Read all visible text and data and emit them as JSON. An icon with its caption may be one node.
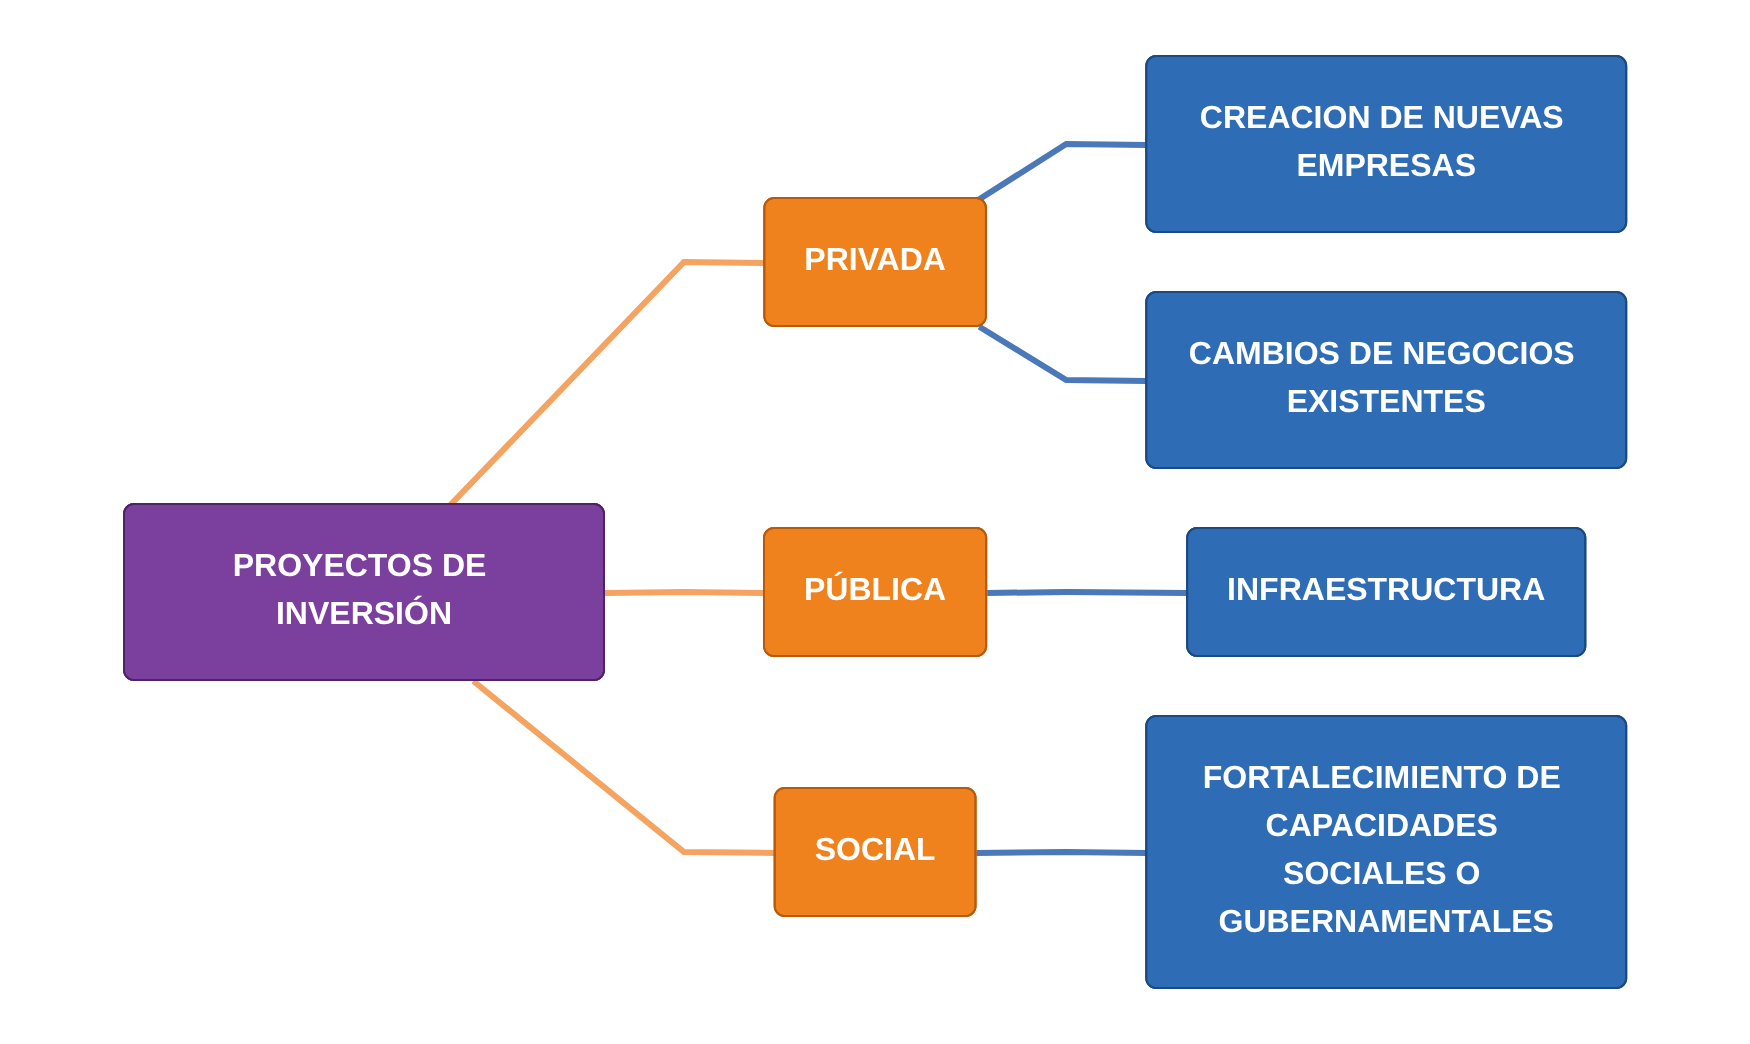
{
  "diagram": {
    "nodes": [
      {
        "text": [
          "PROYECTOS DE INVERSIÓN"
        ]
      },
      {
        "text": [
          "PRIVADA"
        ]
      },
      {
        "text": [
          "PÚBLICA"
        ]
      },
      {
        "text": [
          "SOCIAL"
        ]
      },
      {
        "text": [
          "CREACION DE NUEVAS EMPRESAS"
        ]
      },
      {
        "text": [
          "CAMBIOS DE NEGOCIOS EXISTENTES"
        ]
      },
      {
        "text": [
          "INFRAESTRUCTURA"
        ]
      },
      {
        "text": [
          "FORTALECIMIENTO DE CAPACIDADES SOCIALES O GUBERNAMENTALES"
        ]
      }
    ],
    "edges": [
      {
        "from": 0,
        "to": 1,
        "arrow": "none",
        "color": "#f4a460"
      },
      {
        "from": 0,
        "to": 2,
        "arrow": "none",
        "color": "#f4a460"
      },
      {
        "from": 0,
        "to": 3,
        "arrow": "none",
        "color": "#f4a460"
      },
      {
        "from": 1,
        "to": 4,
        "arrow": "none"
      },
      {
        "from": 1,
        "to": 5,
        "arrow": "none"
      },
      {
        "from": 2,
        "to": 6,
        "arrow": "none"
      },
      {
        "from": 3,
        "to": 7,
        "arrow": "none"
      }
    ]
  }
}
